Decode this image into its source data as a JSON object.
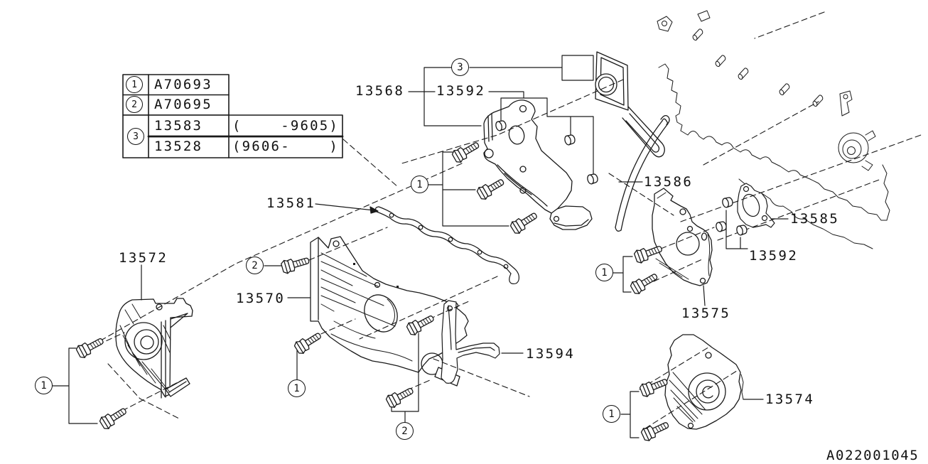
{
  "legend_table": {
    "rows": [
      {
        "num": "1",
        "part": "A70693",
        "range": ""
      },
      {
        "num": "2",
        "part": "A70695",
        "range": ""
      },
      {
        "num": "3",
        "part": "13583",
        "range": "(    -9605)"
      },
      {
        "num": "3",
        "part": "13528",
        "range": "(9606-    )"
      }
    ]
  },
  "part_labels": {
    "p13568": "13568",
    "p13592a": "13592",
    "p13586": "13586",
    "p13585": "13585",
    "p13592b": "13592",
    "p13581": "13581",
    "p13572": "13572",
    "p13570": "13570",
    "p13575": "13575",
    "p13574": "13574",
    "p13594": "13594"
  },
  "callouts": {
    "c3": "3",
    "c1a": "1",
    "c2a": "2",
    "c1b": "1",
    "c1c": "1",
    "c2b": "2",
    "c1d": "1",
    "c1e": "1"
  },
  "diagram_code": "A022001045",
  "colors": {
    "line": "#1a1a1a",
    "background": "#ffffff"
  },
  "icons": {
    "bolt": "hex-flange-bolt",
    "bushing": "cylinder-spacer",
    "stud": "stud-pin"
  }
}
